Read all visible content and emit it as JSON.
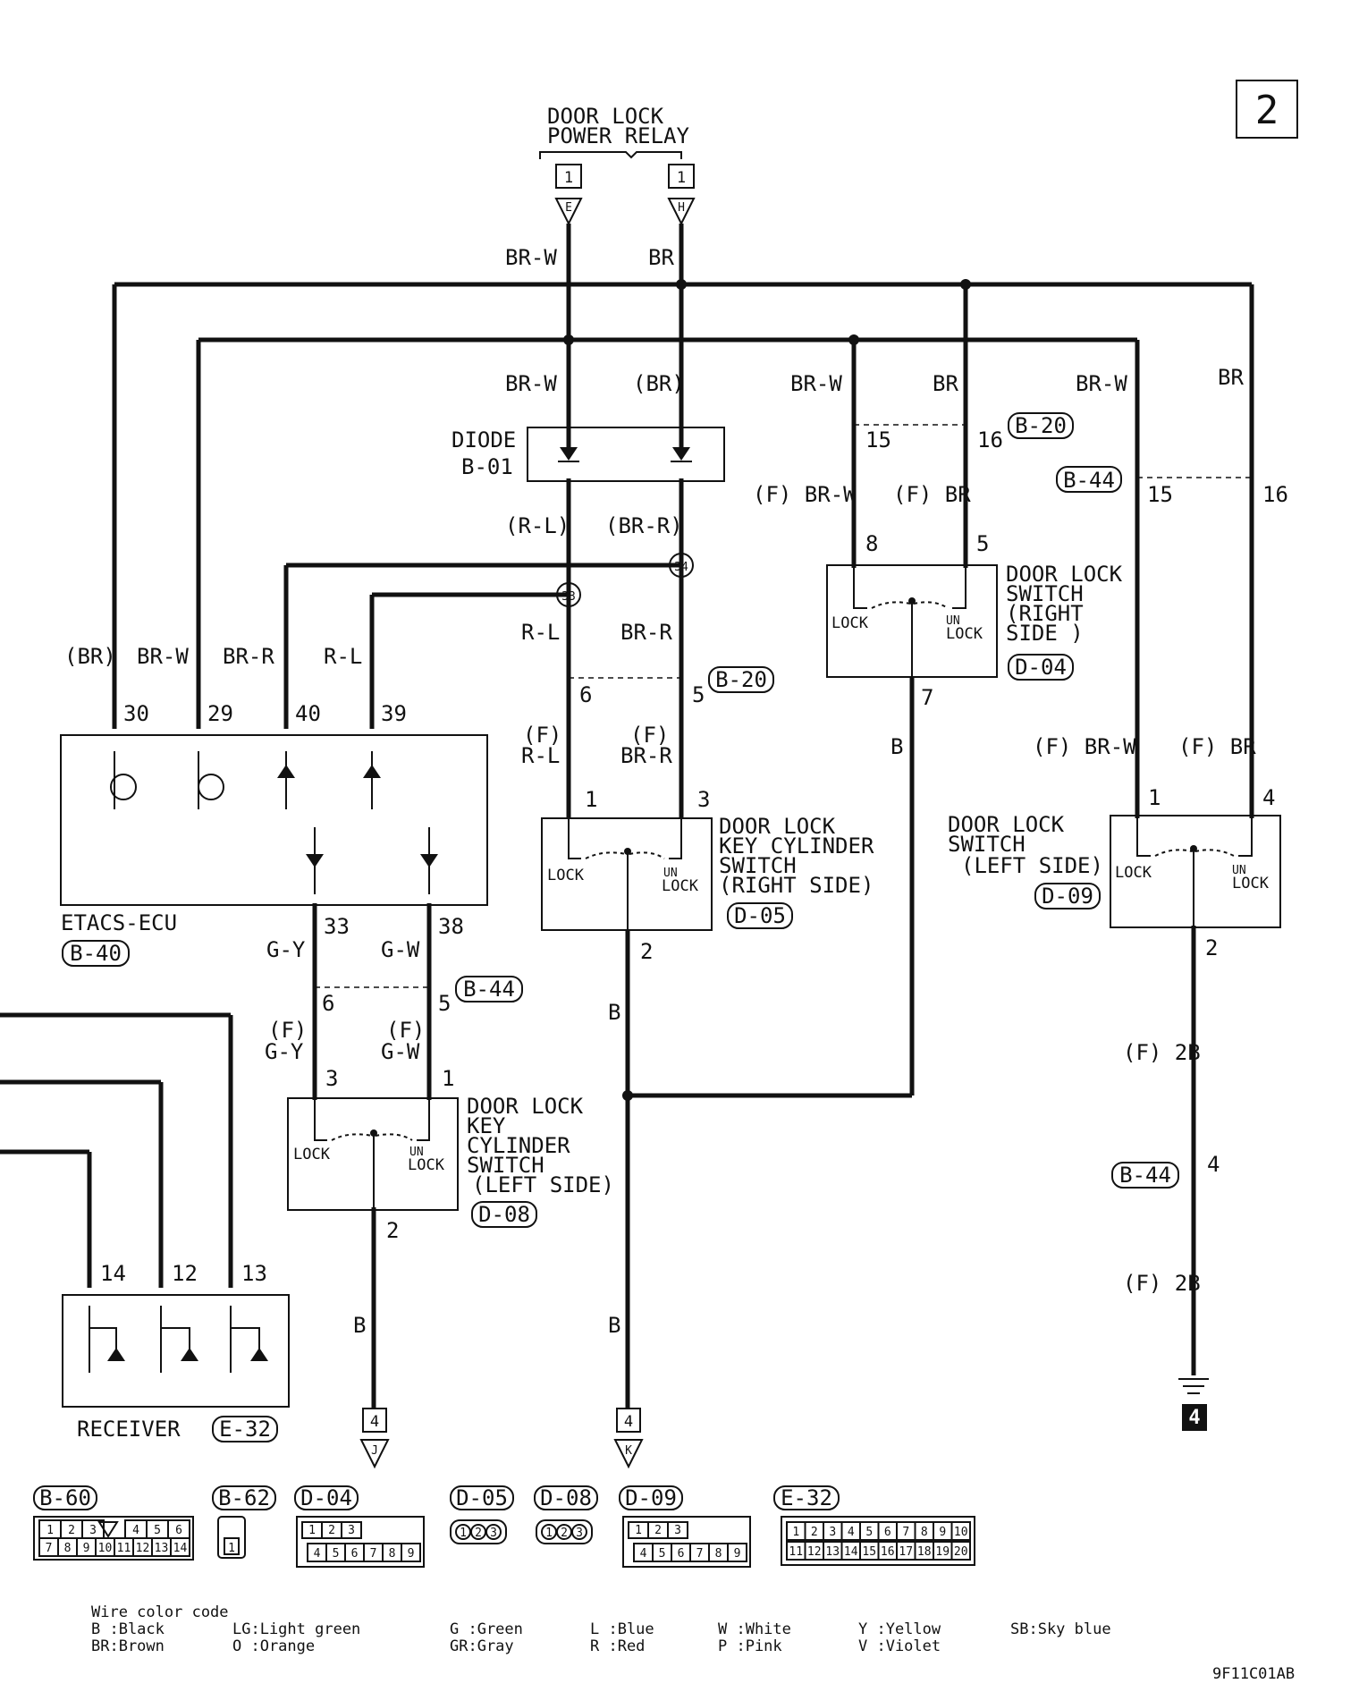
{
  "page_number": "2",
  "figure_code": "9F11C01AB",
  "relay": {
    "title_line1": "DOOR LOCK",
    "title_line2": "POWER RELAY",
    "pin_e": "1",
    "pin_h": "1",
    "tri_e": "E",
    "tri_h": "H"
  },
  "wires": {
    "brw": "BR-W",
    "br": "BR",
    "br_paren": "(BR)",
    "rl_paren": "(R-L)",
    "brr_paren": "(BR-R)",
    "brr": "BR-R",
    "rl": "R-L",
    "f_brw": "(F) BR-W",
    "f_br": "(F) BR",
    "f": "(F)",
    "gy": "G-Y",
    "gw": "G-W",
    "b": "B",
    "f_2b": "(F) 2B",
    "f_brw_right": "(F) BR-W",
    "f_br_right": "(F) BR"
  },
  "diode": {
    "line1": "DIODE",
    "line2": "B-01"
  },
  "junctions": {
    "j33": "33",
    "j34": "34"
  },
  "etacs": {
    "name": "ETACS-ECU",
    "connector": "B-40",
    "pins": [
      "30",
      "29",
      "40",
      "39",
      "33",
      "38"
    ]
  },
  "switch_right": {
    "line1": "DOOR LOCK",
    "line2": "SWITCH",
    "line3": "(RIGHT",
    "line4": "SIDE )",
    "connector": "D-04",
    "pins": [
      "8",
      "5",
      "7"
    ],
    "lock": "LOCK",
    "un": "UN",
    "lock2": "LOCK"
  },
  "key_right": {
    "line1": "DOOR LOCK",
    "line2": "KEY CYLINDER",
    "line3": "SWITCH",
    "line4": "(RIGHT SIDE)",
    "connector": "D-05",
    "pins": [
      "1",
      "3",
      "2"
    ],
    "lock": "LOCK",
    "un": "UN",
    "lock2": "LOCK"
  },
  "switch_left": {
    "line1": "DOOR LOCK",
    "line2": "SWITCH",
    "line3": "(LEFT SIDE)",
    "connector": "D-09",
    "pins": [
      "1",
      "4",
      "2"
    ],
    "lock": "LOCK",
    "un": "UN",
    "lock2": "LOCK"
  },
  "key_left": {
    "line1": "DOOR LOCK",
    "line2": "KEY",
    "line3": "CYLINDER",
    "line4": "SWITCH",
    "line5": "(LEFT SIDE)",
    "connector": "D-08",
    "pins": [
      "3",
      "1",
      "2"
    ],
    "lock": "LOCK",
    "un": "UN",
    "lock2": "LOCK"
  },
  "receiver": {
    "name": "RECEIVER",
    "connector": "E-32",
    "pins": [
      "14",
      "12",
      "13"
    ]
  },
  "connectors": {
    "b20": "B-20",
    "b44": "B-44",
    "b20_pins_top": [
      "15",
      "16"
    ],
    "b44_pins_top": [
      "15",
      "16"
    ],
    "b20_pins_mid": [
      "6",
      "5"
    ],
    "b44_pins_mid": [
      "6",
      "5"
    ],
    "b44_pin_bottom": "4"
  },
  "terminals": {
    "j_num": "4",
    "j_letter": "J",
    "k_num": "4",
    "k_letter": "K",
    "ground_num": "4"
  },
  "connector_views": {
    "labels": [
      "B-60",
      "B-62",
      "D-04",
      "D-05",
      "D-08",
      "D-09",
      "E-32"
    ],
    "b60_row1": [
      "1",
      "2",
      "3",
      "",
      "4",
      "5",
      "6"
    ],
    "b60_row2": [
      "7",
      "8",
      "9",
      "10",
      "11",
      "12",
      "13",
      "14"
    ],
    "b62": "1",
    "d04_row1": [
      "1",
      "2",
      "3"
    ],
    "d04_row2": [
      "4",
      "5",
      "6",
      "7",
      "8",
      "9"
    ],
    "d05": [
      "1",
      "2",
      "3"
    ],
    "d08": [
      "1",
      "2",
      "3"
    ],
    "d09_row1": [
      "1",
      "2",
      "3"
    ],
    "d09_row2": [
      "4",
      "5",
      "6",
      "7",
      "8",
      "9"
    ],
    "e32_row1": [
      "1",
      "2",
      "3",
      "4",
      "5",
      "6",
      "7",
      "8",
      "9",
      "10"
    ],
    "e32_row2": [
      "11",
      "12",
      "13",
      "14",
      "15",
      "16",
      "17",
      "18",
      "19",
      "20"
    ]
  },
  "color_code": {
    "title": "Wire color code",
    "col1": [
      "B :Black",
      "BR:Brown"
    ],
    "col2": [
      "LG:Light green",
      "O :Orange"
    ],
    "col3": [
      "G :Green",
      "GR:Gray"
    ],
    "col4": [
      "L :Blue",
      "R :Red"
    ],
    "col5": [
      "W :White",
      "P :Pink"
    ],
    "col6": [
      "Y :Yellow",
      "V :Violet"
    ],
    "col7": [
      "SB:Sky blue"
    ]
  }
}
